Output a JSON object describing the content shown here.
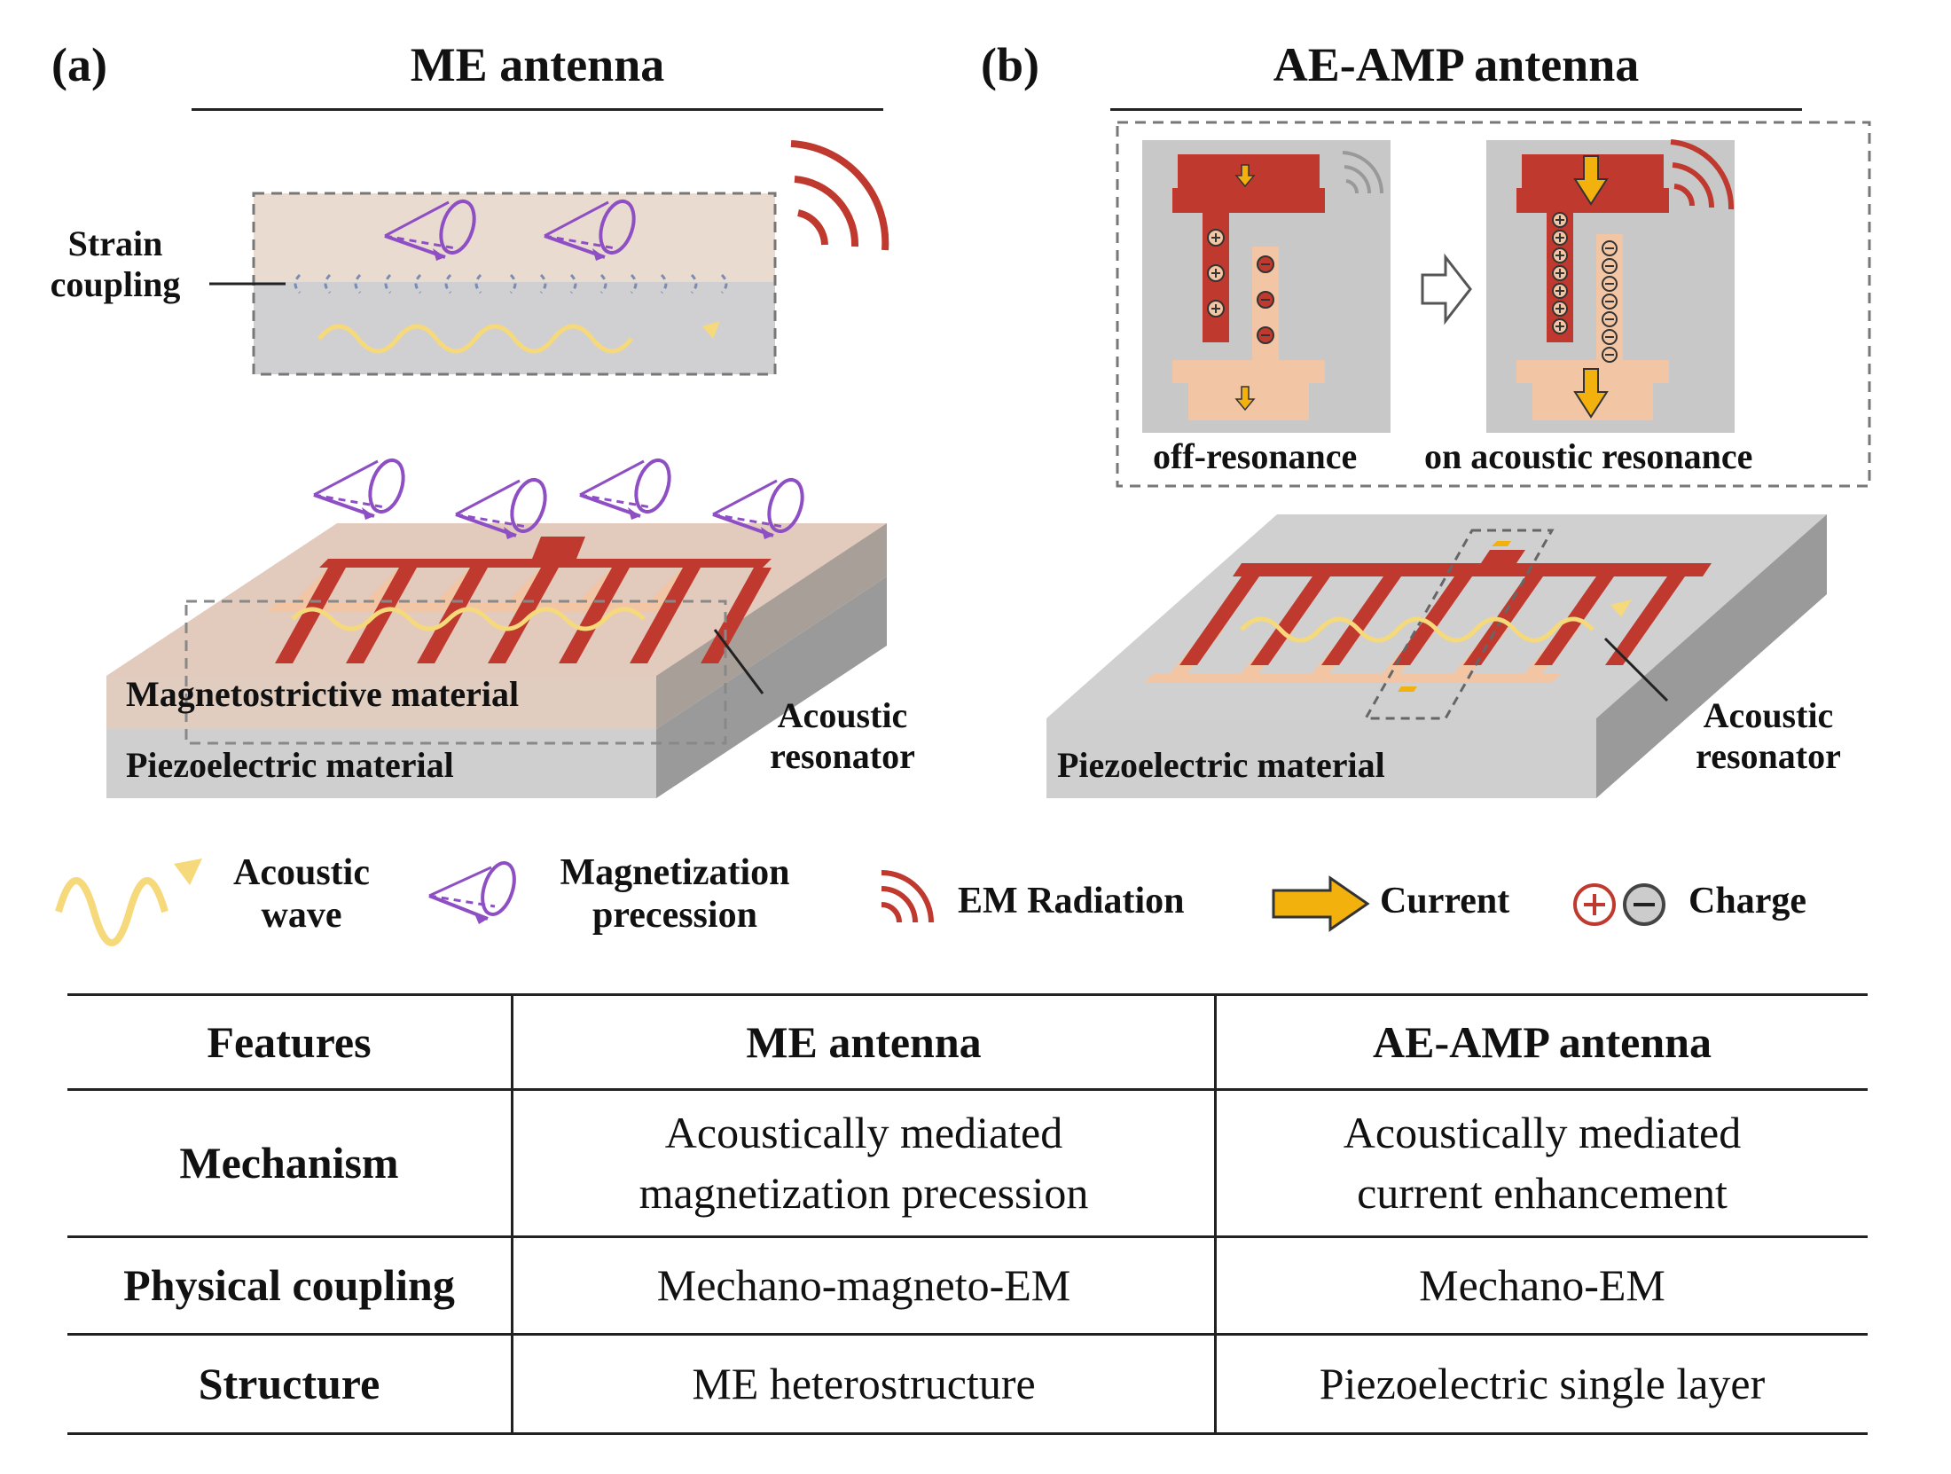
{
  "panel_a": {
    "label": "(a)",
    "title": "ME antenna",
    "strain_coupling": [
      "Strain",
      "coupling"
    ],
    "layer_top": "Magnetostrictive material",
    "layer_bottom": "Piezoelectric material",
    "resonator": [
      "Acoustic",
      "resonator"
    ]
  },
  "panel_b": {
    "label": "(b)",
    "title": "AE-AMP antenna",
    "state_off": "off-resonance",
    "state_on": "on acoustic resonance",
    "layer": "Piezoelectric material",
    "resonator": [
      "Acoustic",
      "resonator"
    ]
  },
  "legend": {
    "acoustic_wave": [
      "Acoustic",
      "wave"
    ],
    "magnetization": [
      "Magnetization",
      "precession"
    ],
    "em_radiation": "EM Radiation",
    "current": "Current",
    "charge": "Charge"
  },
  "colors": {
    "electrode_red": "#c0392f",
    "electrode_light": "#f2c6a4",
    "acoustic_wave": "#f5d97a",
    "magnetization": "#8e4fc4",
    "current": "#f2b10c",
    "substrate": "#c8c8c8",
    "magnetostrictive": "#e2cbbd"
  },
  "table": {
    "headers": [
      "Features",
      "ME antenna",
      "AE-AMP antenna"
    ],
    "rows": [
      {
        "feature": "Mechanism",
        "me": [
          "Acoustically mediated",
          "magnetization precession"
        ],
        "ae": [
          "Acoustically mediated",
          "current enhancement"
        ]
      },
      {
        "feature": "Physical coupling",
        "me": [
          "Mechano-magneto-EM"
        ],
        "ae": [
          "Mechano-EM"
        ]
      },
      {
        "feature": "Structure",
        "me": [
          "ME heterostructure"
        ],
        "ae": [
          "Piezoelectric single layer"
        ]
      }
    ]
  }
}
